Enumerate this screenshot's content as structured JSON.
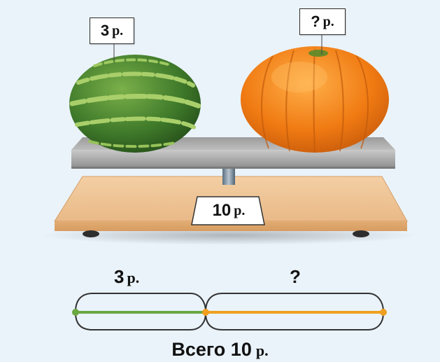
{
  "scale": {
    "display": {
      "value": "10",
      "unit": "р."
    }
  },
  "items": {
    "watermelon": {
      "price": "3",
      "unit": "р."
    },
    "pumpkin": {
      "price": "?",
      "unit": "р."
    }
  },
  "bar_model": {
    "left_label": {
      "value": "3",
      "unit": "р."
    },
    "right_label": {
      "value": "?"
    },
    "total": {
      "text": "Всего 10",
      "unit": "р."
    },
    "left_color": "#6aa840",
    "right_color": "#f0a020"
  }
}
